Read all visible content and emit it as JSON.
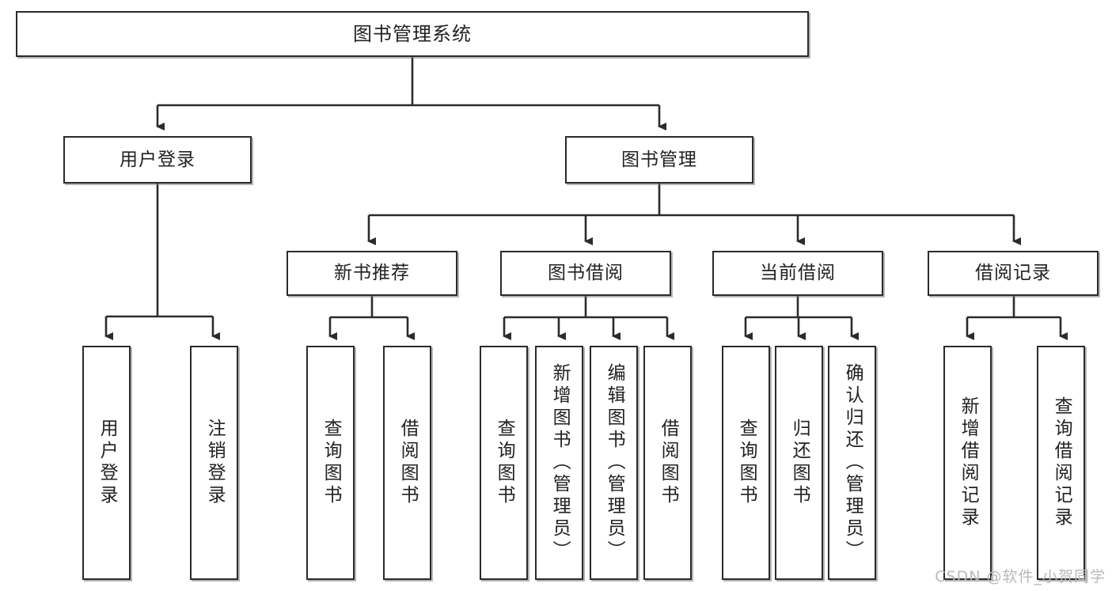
{
  "diagram": {
    "type": "tree-hierarchy",
    "title": "图书管理系统",
    "watermark": "CSDN @软件_小贺同学",
    "colors": {
      "background": "#ffffff",
      "node_border": "#2b2b2b",
      "node_fill": "#ffffff",
      "connector": "#2b2b2b",
      "text": "#222222",
      "watermark": "#b9b9b9"
    },
    "levels": {
      "root": [
        "图书管理系统"
      ],
      "level2": [
        "用户登录",
        "图书管理"
      ],
      "level3": [
        "新书推荐",
        "图书借阅",
        "当前借阅",
        "借阅记录"
      ],
      "leaves": [
        "用户登录",
        "注销登录",
        "查询图书",
        "借阅图书",
        "查询图书",
        "新增图书（管理员）",
        "编辑图书（管理员）",
        "借阅图书",
        "查询图书",
        "归还图书",
        "确认归还（管理员）",
        "新增借阅记录",
        "查询借阅记录"
      ]
    },
    "nodes": {
      "root": {
        "label": "图书管理系统"
      },
      "user_login": {
        "label": "用户登录"
      },
      "book_manage": {
        "label": "图书管理"
      },
      "new_book_rec": {
        "label": "新书推荐"
      },
      "book_borrow": {
        "label": "图书借阅"
      },
      "current_borrow": {
        "label": "当前借阅"
      },
      "borrow_record": {
        "label": "借阅记录"
      },
      "leaf_user_login": {
        "label": "用户登录"
      },
      "leaf_logout": {
        "label": "注销登录"
      },
      "leaf_query_book_1": {
        "label": "查询图书"
      },
      "leaf_borrow_book_1": {
        "label": "借阅图书"
      },
      "leaf_query_book_2": {
        "label": "查询图书"
      },
      "leaf_add_book": {
        "label": "新增图书（管理员）"
      },
      "leaf_edit_book": {
        "label": "编辑图书（管理员）"
      },
      "leaf_borrow_book_2": {
        "label": "借阅图书"
      },
      "leaf_query_book_3": {
        "label": "查询图书"
      },
      "leaf_return_book": {
        "label": "归还图书"
      },
      "leaf_confirm_return": {
        "label": "确认归还（管理员）"
      },
      "leaf_add_record": {
        "label": "新增借阅记录"
      },
      "leaf_query_record": {
        "label": "查询借阅记录"
      }
    },
    "edges": [
      {
        "from": "root",
        "to": "user_login"
      },
      {
        "from": "root",
        "to": "book_manage"
      },
      {
        "from": "user_login",
        "to": "leaf_user_login"
      },
      {
        "from": "user_login",
        "to": "leaf_logout"
      },
      {
        "from": "book_manage",
        "to": "new_book_rec"
      },
      {
        "from": "book_manage",
        "to": "book_borrow"
      },
      {
        "from": "book_manage",
        "to": "current_borrow"
      },
      {
        "from": "book_manage",
        "to": "borrow_record"
      },
      {
        "from": "new_book_rec",
        "to": "leaf_query_book_1"
      },
      {
        "from": "new_book_rec",
        "to": "leaf_borrow_book_1"
      },
      {
        "from": "book_borrow",
        "to": "leaf_query_book_2"
      },
      {
        "from": "book_borrow",
        "to": "leaf_add_book"
      },
      {
        "from": "book_borrow",
        "to": "leaf_edit_book"
      },
      {
        "from": "book_borrow",
        "to": "leaf_borrow_book_2"
      },
      {
        "from": "current_borrow",
        "to": "leaf_query_book_3"
      },
      {
        "from": "current_borrow",
        "to": "leaf_return_book"
      },
      {
        "from": "current_borrow",
        "to": "leaf_confirm_return"
      },
      {
        "from": "borrow_record",
        "to": "leaf_add_record"
      },
      {
        "from": "borrow_record",
        "to": "leaf_query_record"
      }
    ]
  }
}
